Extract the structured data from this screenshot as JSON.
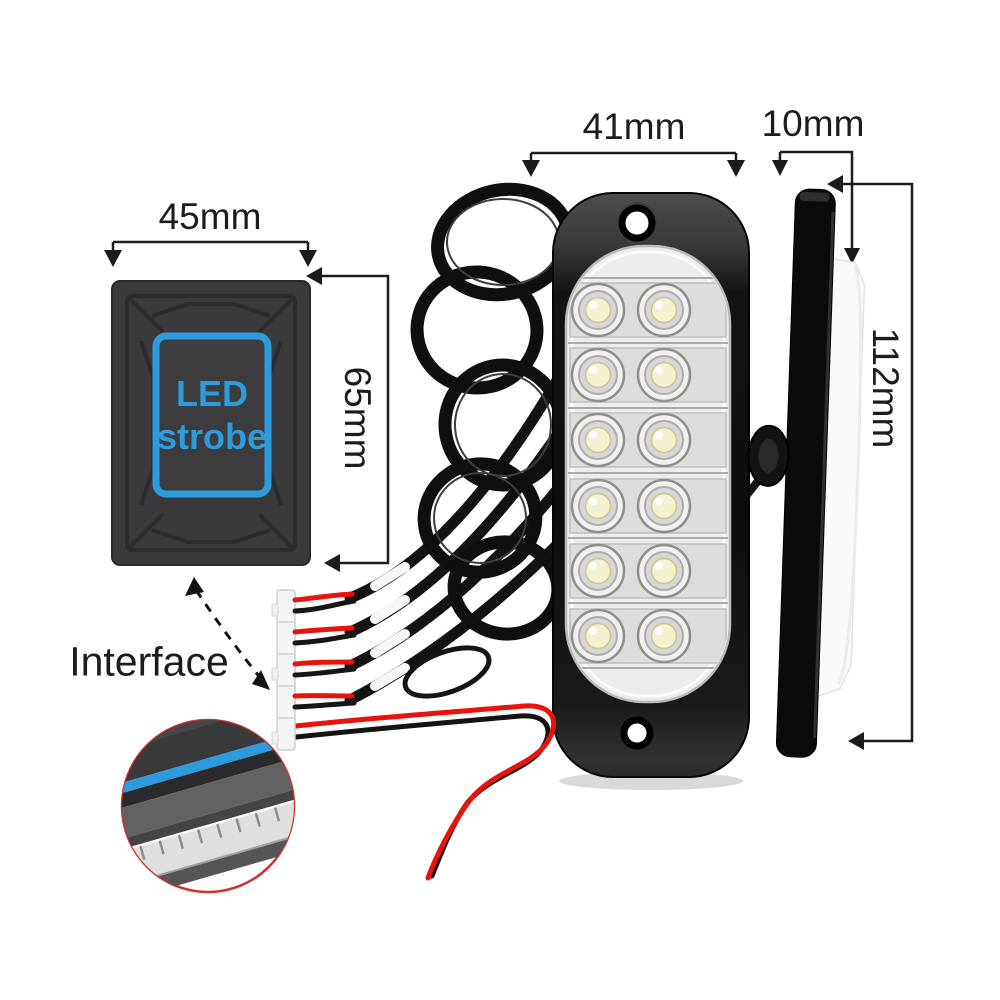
{
  "dims": {
    "front_width": "41mm",
    "side_thickness": "10mm",
    "controller_width": "45mm",
    "controller_height": "65mm",
    "light_height": "112mm"
  },
  "controller": {
    "line1": "LED",
    "line2": "strobe"
  },
  "interface_label": "Interface",
  "light": {
    "led_count": 12,
    "led_rows": 6,
    "led_columns": 2,
    "views": [
      "front",
      "side"
    ]
  },
  "colors": {
    "accent_blue": "#2e9bdd",
    "controller_body": "#3a3a3c",
    "wire_red": "#e8140c",
    "wire_black": "#141414",
    "dimension_line": "#1c1c1c",
    "inset_ring": "#d0312b",
    "lens_white": "#f5f5f3"
  }
}
